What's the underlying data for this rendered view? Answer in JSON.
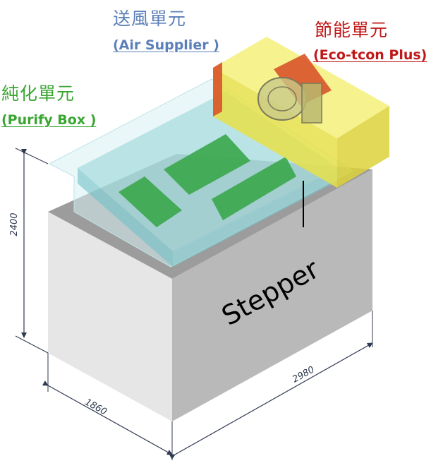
{
  "colors": {
    "air_supplier": "#5b7fb8",
    "eco_tcon": "#c01818",
    "purify_box": "#3aa632",
    "stepper_front": "#e6e6e6",
    "stepper_side": "#b9b9b9",
    "stepper_top": "#9c9c9c"
  },
  "labels": {
    "air_supplier_zh": "送風單元",
    "air_supplier_en": "(Air Supplier )",
    "eco_tcon_zh": "節能單元",
    "eco_tcon_en": "(Eco-tcon Plus)",
    "purify_box_zh": "純化單元",
    "purify_box_en": "(Purify Box )"
  },
  "machine": {
    "name": "Stepper"
  },
  "dimensions": {
    "height": "2400",
    "depth": "1860",
    "width": "2980"
  }
}
